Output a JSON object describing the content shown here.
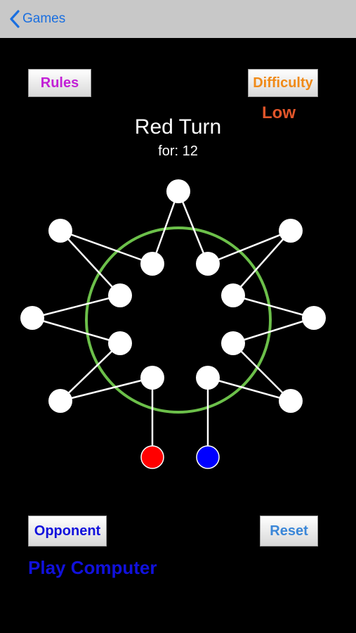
{
  "nav": {
    "back_label": "Games"
  },
  "buttons": {
    "rules": "Rules",
    "difficulty": "Difficulty",
    "opponent": "Opponent",
    "reset": "Reset"
  },
  "difficulty_value": "Low",
  "opponent_value": "Play Computer",
  "status": {
    "turn": "Red Turn",
    "for_label": "for:",
    "for_value": "12"
  },
  "colors": {
    "ring": "#6cc04a",
    "node": "#ffffff",
    "edge": "#ffffff",
    "red_token": "#ff0000",
    "blue_token": "#0000ff"
  }
}
